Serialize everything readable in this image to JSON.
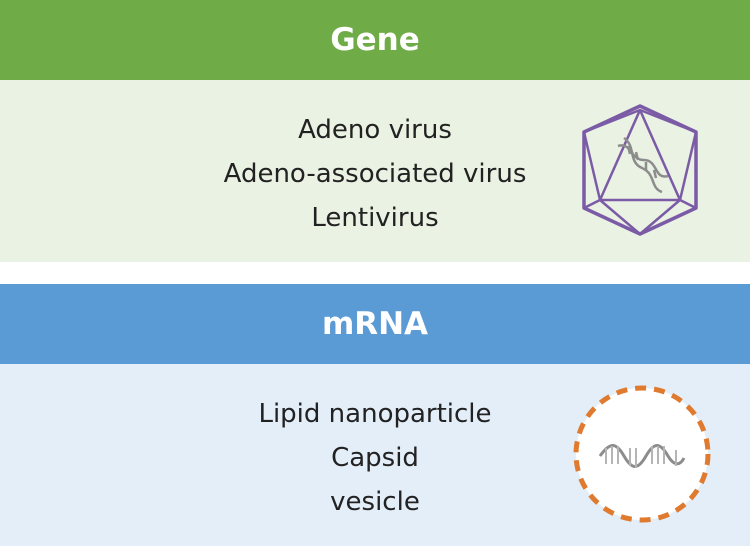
{
  "sections": [
    {
      "title": "Gene",
      "items": [
        "Adeno virus",
        "Adeno-associated virus",
        "Lentivirus"
      ],
      "header_color": "#6fab46",
      "panel_color": "#eaf2e3",
      "icon": "virus-capsid-icon"
    },
    {
      "title": "mRNA",
      "items": [
        "Lipid nanoparticle",
        "Capsid",
        "vesicle"
      ],
      "header_color": "#5b9bd5",
      "panel_color": "#e3eef9",
      "icon": "lipid-nanoparticle-icon"
    }
  ],
  "icon_colors": {
    "capsid_stroke": "#7b5ba6",
    "nanoparticle_stroke": "#e07a2e",
    "strand": "#8c8c8c"
  }
}
